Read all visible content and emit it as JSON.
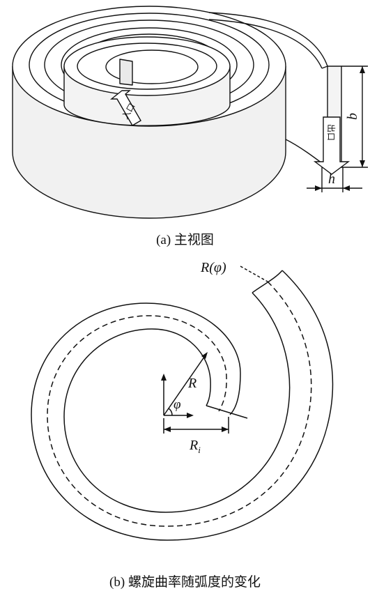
{
  "figure_a": {
    "caption": "(a) 主视图",
    "inlet_label": "入口",
    "outlet_label": "出口",
    "dim_height": "b",
    "dim_width": "h"
  },
  "figure_b": {
    "caption": "(b) 螺旋曲率随弧度的变化",
    "label_curve": "R(φ)",
    "label_radius": "R",
    "label_angle": "φ",
    "label_inner_radius": "R",
    "label_inner_radius_sub": "i"
  }
}
